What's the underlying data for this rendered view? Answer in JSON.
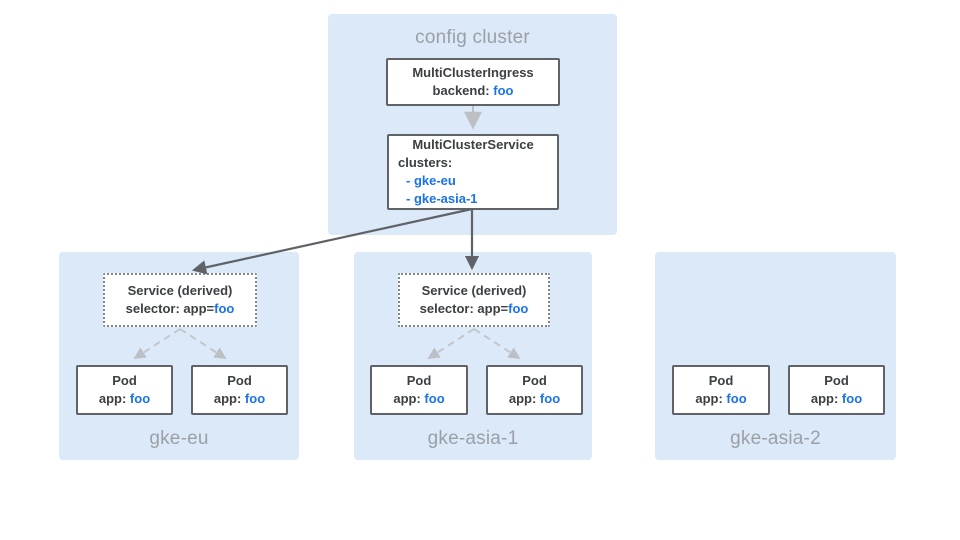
{
  "colors": {
    "region_fill": "#dce9f9",
    "node_border": "#5f6368",
    "text_dark": "#3c4043",
    "text_muted": "#9aa0a6",
    "accent_blue": "#1a73e8",
    "arrow_dark": "#5f6368",
    "arrow_light": "#bcc0c5"
  },
  "config_cluster": {
    "label": "config cluster",
    "ingress": {
      "title": "MultiClusterIngress",
      "backend_label": "backend: ",
      "backend_value": "foo"
    },
    "service": {
      "title": "MultiClusterService",
      "clusters_label": "clusters:",
      "items": [
        {
          "text": "- gke-eu"
        },
        {
          "text": "- gke-asia-1"
        }
      ]
    }
  },
  "clusters": [
    {
      "name": "gke-eu",
      "service": {
        "title": "Service (derived)",
        "selector_label": "selector: app=",
        "selector_value": "foo"
      },
      "pods": [
        {
          "title": "Pod",
          "app_label": "app: ",
          "app_value": "foo"
        },
        {
          "title": "Pod",
          "app_label": "app: ",
          "app_value": "foo"
        }
      ]
    },
    {
      "name": "gke-asia-1",
      "service": {
        "title": "Service (derived)",
        "selector_label": "selector: app=",
        "selector_value": "foo"
      },
      "pods": [
        {
          "title": "Pod",
          "app_label": "app: ",
          "app_value": "foo"
        },
        {
          "title": "Pod",
          "app_label": "app: ",
          "app_value": "foo"
        }
      ]
    },
    {
      "name": "gke-asia-2",
      "pods": [
        {
          "title": "Pod",
          "app_label": "app: ",
          "app_value": "foo"
        },
        {
          "title": "Pod",
          "app_label": "app: ",
          "app_value": "foo"
        }
      ]
    }
  ]
}
